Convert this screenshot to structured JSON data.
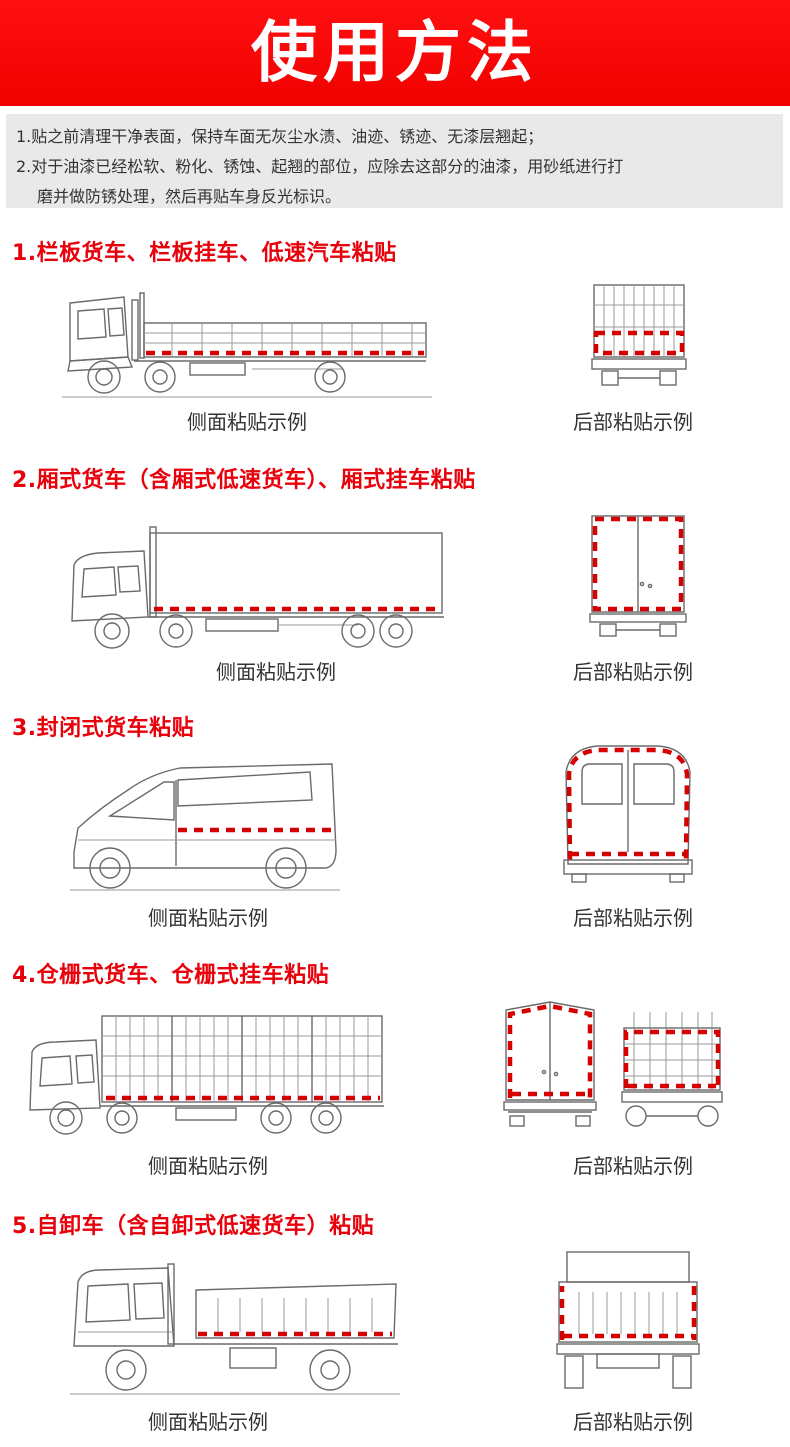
{
  "header": {
    "title": "使用方法"
  },
  "notes": [
    "1.贴之前清理干净表面，保持车面无灰尘水渍、油迹、锈迹、无漆层翘起；",
    "2.对于油漆已经松软、粉化、锈蚀、起翘的部位，应除去这部分的油漆，用砂纸进行打",
    "磨并做防锈处理，然后再贴车身反光标识。"
  ],
  "sections": [
    {
      "title": "1.栏板货车、栏板挂车、低速汽车粘贴",
      "side_caption": "侧面粘贴示例",
      "rear_caption": "后部粘贴示例"
    },
    {
      "title": "2.厢式货车（含厢式低速货车）、厢式挂车粘贴",
      "side_caption": "侧面粘贴示例",
      "rear_caption": "后部粘贴示例"
    },
    {
      "title": "3.封闭式货车粘贴",
      "side_caption": "侧面粘贴示例",
      "rear_caption": "后部粘贴示例"
    },
    {
      "title": "4.仓栅式货车、仓栅式挂车粘贴",
      "side_caption": "侧面粘贴示例",
      "rear_caption": "后部粘贴示例"
    },
    {
      "title": "5.自卸车（含自卸式低速货车）粘贴",
      "side_caption": "侧面粘贴示例",
      "rear_caption": "后部粘贴示例"
    }
  ],
  "colors": {
    "banner": "#f20000",
    "section_title": "#e8000b",
    "reflective_red": "#d50000",
    "notes_bg": "#e9e9e9"
  }
}
